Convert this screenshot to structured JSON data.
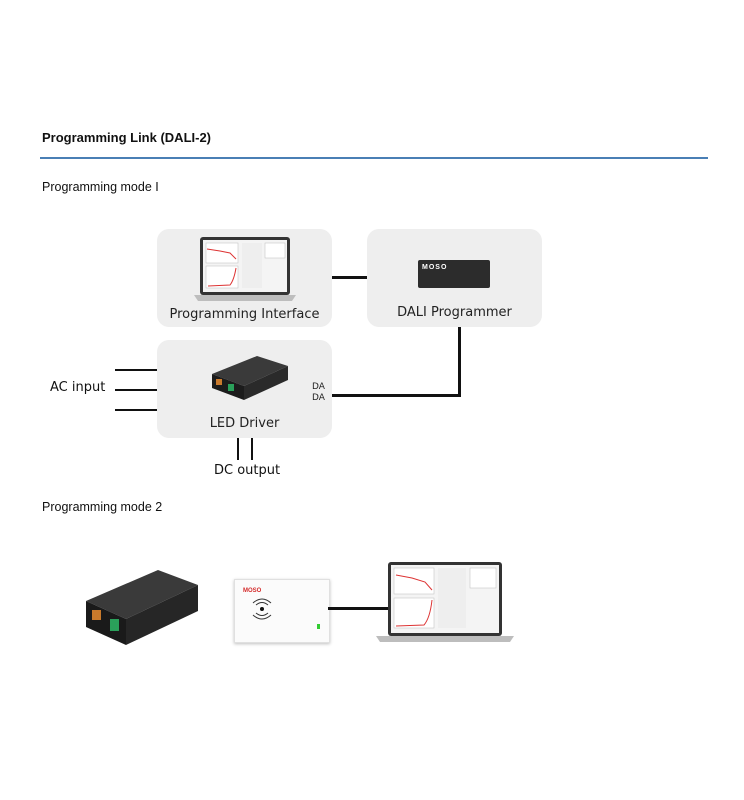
{
  "section_title": "Programming Link (DALI-2)",
  "mode1": {
    "title": "Programming mode I",
    "programming_interface": "Programming Interface",
    "dali_programmer": "DALI Programmer",
    "programmer_brand": "MOSO",
    "led_driver": "LED Driver",
    "ac_input": "AC input",
    "da_label_1": "DA",
    "da_label_2": "DA",
    "dc_output": "DC output"
  },
  "mode2": {
    "title": "Programming mode 2",
    "reader_brand": "MOSO"
  },
  "colors": {
    "rule": "#4a7fb5",
    "box": "#eeeeee",
    "brand_red": "#d42b2b"
  }
}
